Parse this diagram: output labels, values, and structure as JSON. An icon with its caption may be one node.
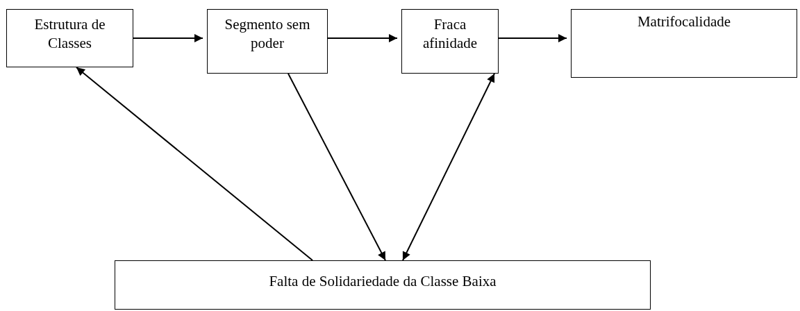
{
  "diagram": {
    "nodes": [
      {
        "text": [
          "Estrutura de Classes"
        ]
      },
      {
        "text": [
          "Segmento sem poder"
        ]
      },
      {
        "text": [
          "Fraca afinidade"
        ]
      },
      {
        "text": [
          "Matrifocalidade"
        ]
      },
      {
        "text": [
          "Falta de Solidariedade da Classe Baixa"
        ]
      }
    ],
    "edges": [
      {
        "from": 0,
        "to": 1,
        "arrow": "to"
      },
      {
        "from": 1,
        "to": 2,
        "arrow": "to"
      },
      {
        "from": 2,
        "to": 3,
        "arrow": "to"
      },
      {
        "from": 4,
        "to": 0,
        "arrow": "to"
      },
      {
        "from": 1,
        "to": 4,
        "arrow": "to"
      },
      {
        "from": 2,
        "to": 4,
        "arrow": "both"
      }
    ]
  }
}
